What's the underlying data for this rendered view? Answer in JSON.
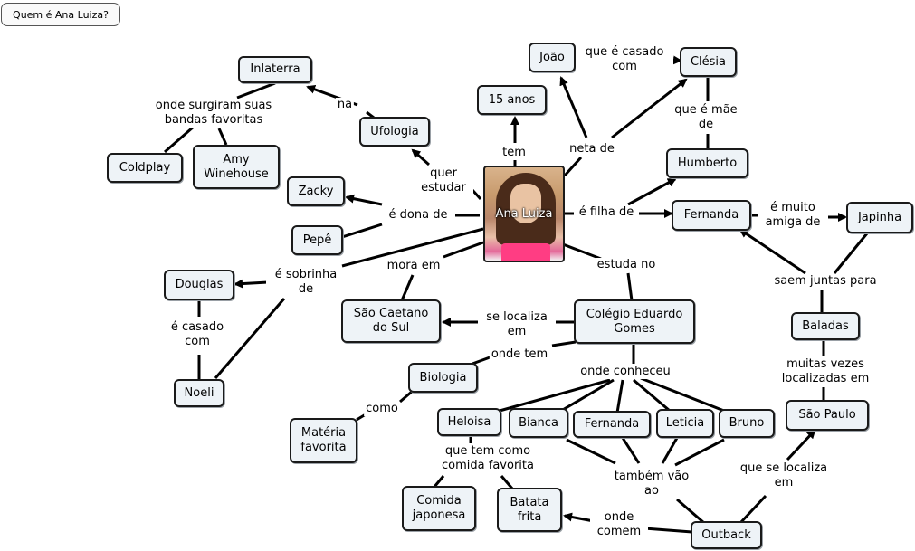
{
  "title": "Quem é Ana Luiza?",
  "center": "Ana Luiza",
  "nodes": {
    "inlaterra": "Inlaterra",
    "ufologia": "Ufologia",
    "coldplay": "Coldplay",
    "amy": "Amy Winehouse",
    "zacky": "Zacky",
    "pepe": "Pepê",
    "douglas": "Douglas",
    "noeli": "Noeli",
    "quinze": "15 anos",
    "joao": "João",
    "clesia": "Clésia",
    "humberto": "Humberto",
    "fernanda_mae": "Fernanda",
    "japinha": "Japinha",
    "sao_caetano": "São Caetano do Sul",
    "colegio": "Colégio Eduardo Gomes",
    "baladas": "Baladas",
    "sao_paulo": "São Paulo",
    "biologia": "Biologia",
    "materia": "Matéria favorita",
    "heloisa": "Heloisa",
    "bianca": "Bianca",
    "fernanda_amiga": "Fernanda",
    "leticia": "Leticia",
    "bruno": "Bruno",
    "comida": "Comida japonesa",
    "batata": "Batata frita",
    "outback": "Outback"
  },
  "labels": {
    "onde_surgiram": "onde surgiram suas bandas favoritas",
    "na": "na",
    "quer_estudar": "quer estudar",
    "e_dona_de": "é dona de",
    "e_sobrinha_de": "é sobrinha de",
    "e_casado_com_1": "é casado com",
    "mora_em": "mora em",
    "tem": "tem",
    "neta_de": "neta de",
    "que_e_casado_com": "que é casado com",
    "que_e_mae_de": "que é mãe de",
    "e_filha_de": "é filha de",
    "e_muito_amiga_de": "é muito amiga de",
    "saem_juntas_para": "saem juntas para",
    "estuda_no": "estuda no",
    "se_localiza_em": "se localiza em",
    "onde_tem": "onde tem",
    "como": "como",
    "onde_conheceu": "onde conheceu",
    "muitas_vezes": "muitas vezes localizadas em",
    "que_tem_como": "que tem como comida favorita",
    "tambem_vao_ao": "também vão ao",
    "onde_comem": "onde comem",
    "que_se_localiza_em": "que se localiza em"
  }
}
